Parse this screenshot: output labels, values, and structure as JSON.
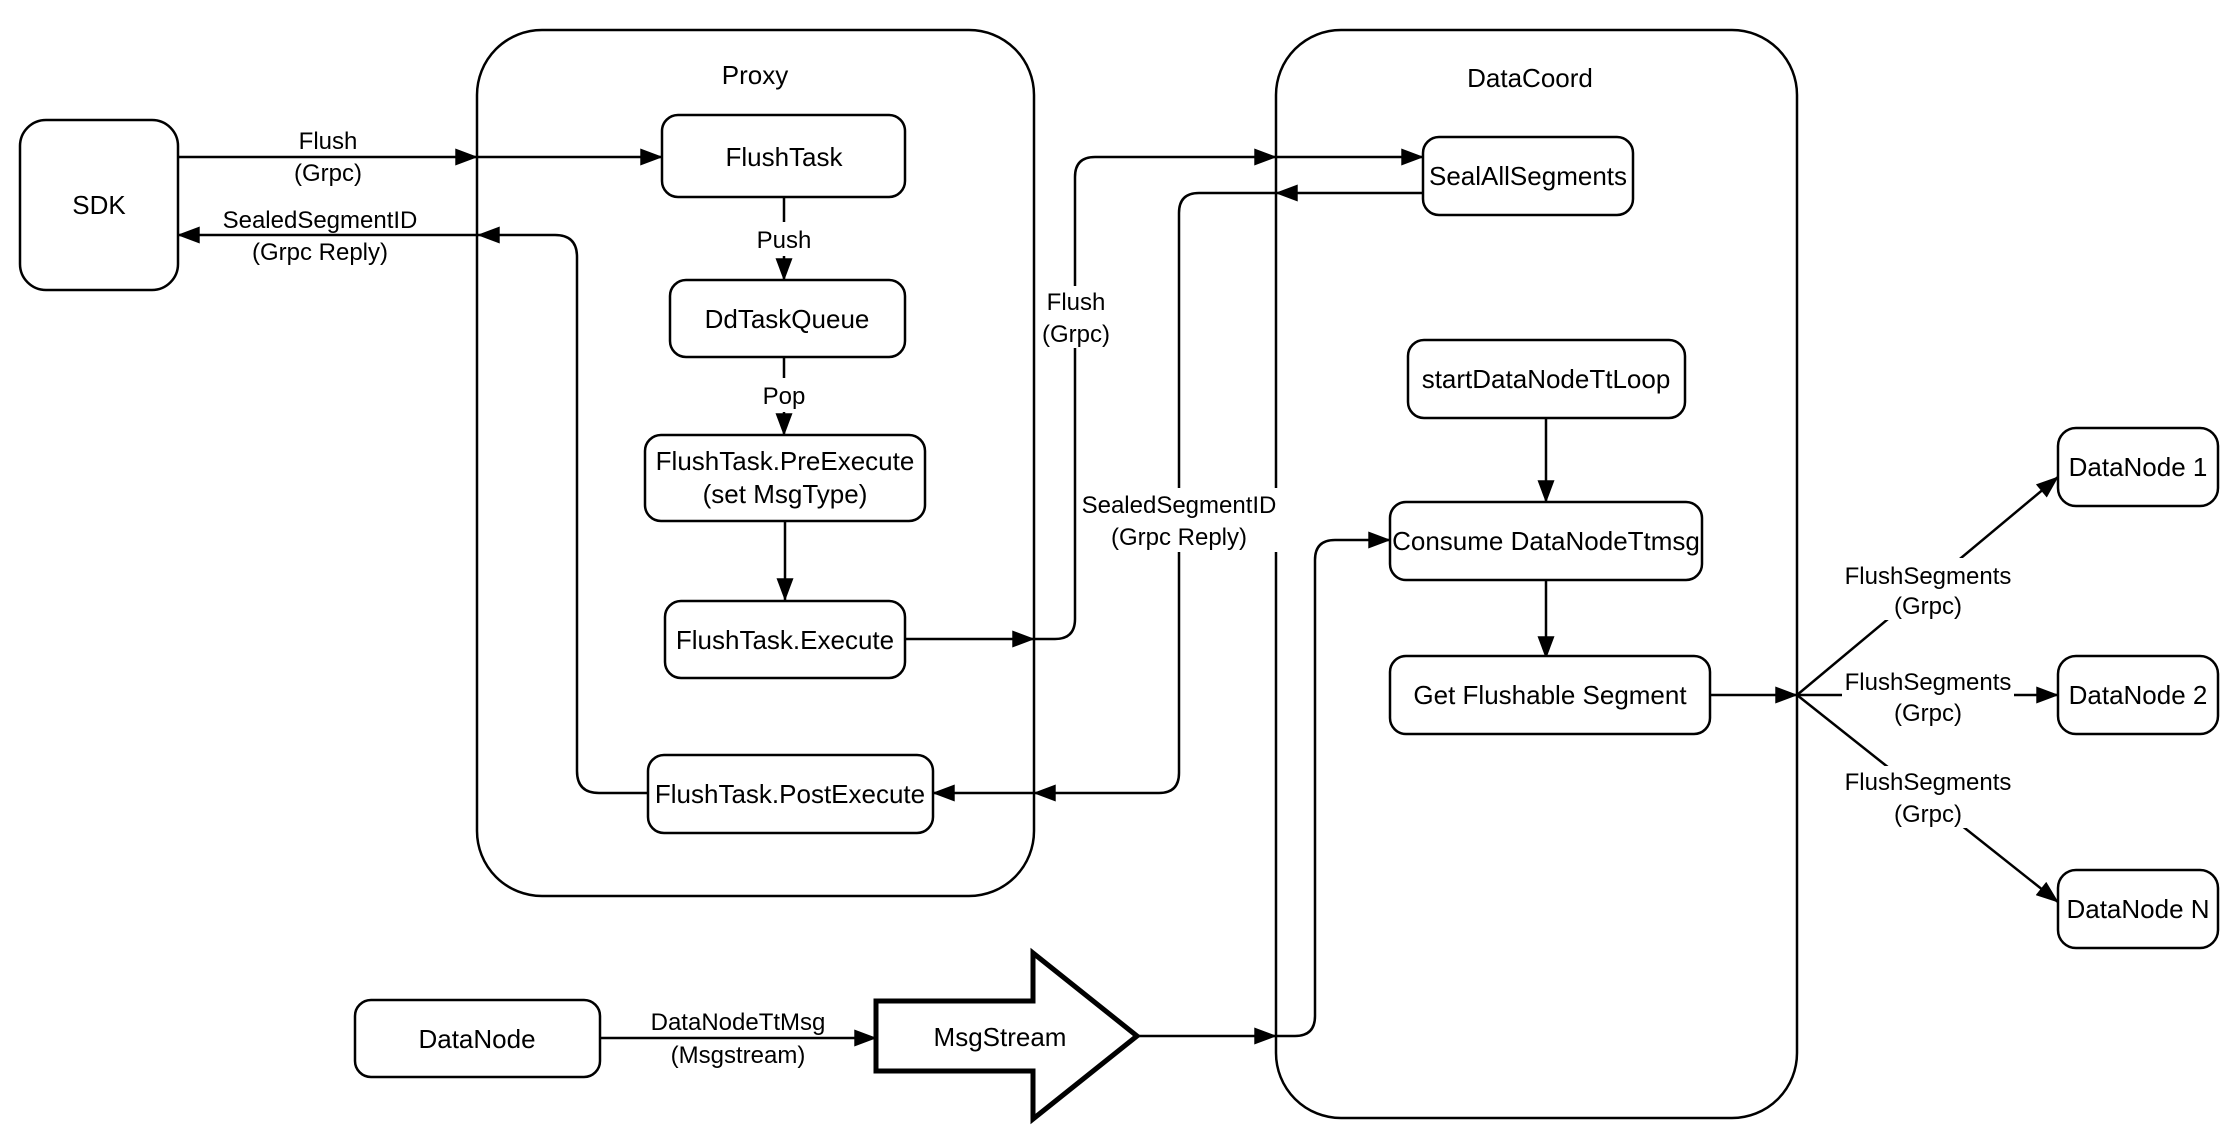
{
  "diagram": {
    "containers": {
      "proxy": {
        "label": "Proxy"
      },
      "data_coord": {
        "label": "DataCoord"
      }
    },
    "nodes": {
      "sdk": {
        "label": "SDK"
      },
      "flush_task": {
        "label": "FlushTask"
      },
      "dd_task_queue": {
        "label": "DdTaskQueue"
      },
      "pre_execute": {
        "line1": "FlushTask.PreExecute",
        "line2": "(set MsgType)"
      },
      "execute": {
        "label": "FlushTask.Execute"
      },
      "post_execute": {
        "label": "FlushTask.PostExecute"
      },
      "seal_all_segments": {
        "label": "SealAllSegments"
      },
      "start_data_node_tt_loop": {
        "label": "startDataNodeTtLoop"
      },
      "consume_data_node_ttmsg": {
        "label": "Consume DataNodeTtmsg"
      },
      "get_flushable_segment": {
        "label": "Get Flushable Segment"
      },
      "data_node_1": {
        "label": "DataNode 1"
      },
      "data_node_2": {
        "label": "DataNode 2"
      },
      "data_node_n": {
        "label": "DataNode N"
      },
      "data_node": {
        "label": "DataNode"
      },
      "msg_stream": {
        "label": "MsgStream"
      }
    },
    "edge_labels": {
      "sdk_flush": {
        "line1": "Flush",
        "line2": "(Grpc)"
      },
      "sdk_reply": {
        "line1": "SealedSegmentID",
        "line2": "(Grpc Reply)"
      },
      "push": {
        "label": "Push"
      },
      "pop": {
        "label": "Pop"
      },
      "proxy_flush": {
        "line1": "Flush",
        "line2": "(Grpc)"
      },
      "proxy_reply": {
        "line1": "SealedSegmentID",
        "line2": "(Grpc Reply)"
      },
      "flush_segments_1": {
        "line1": "FlushSegments",
        "line2": "(Grpc)"
      },
      "flush_segments_2": {
        "line1": "FlushSegments",
        "line2": "(Grpc)"
      },
      "flush_segments_3": {
        "line1": "FlushSegments",
        "line2": "(Grpc)"
      },
      "data_node_tt_msg": {
        "line1": "DataNodeTtMsg",
        "line2": "(Msgstream)"
      }
    },
    "colors": {
      "line": "#000000",
      "node_fill": "#ffffff",
      "text": "#000000",
      "background": "#ffffff"
    }
  }
}
